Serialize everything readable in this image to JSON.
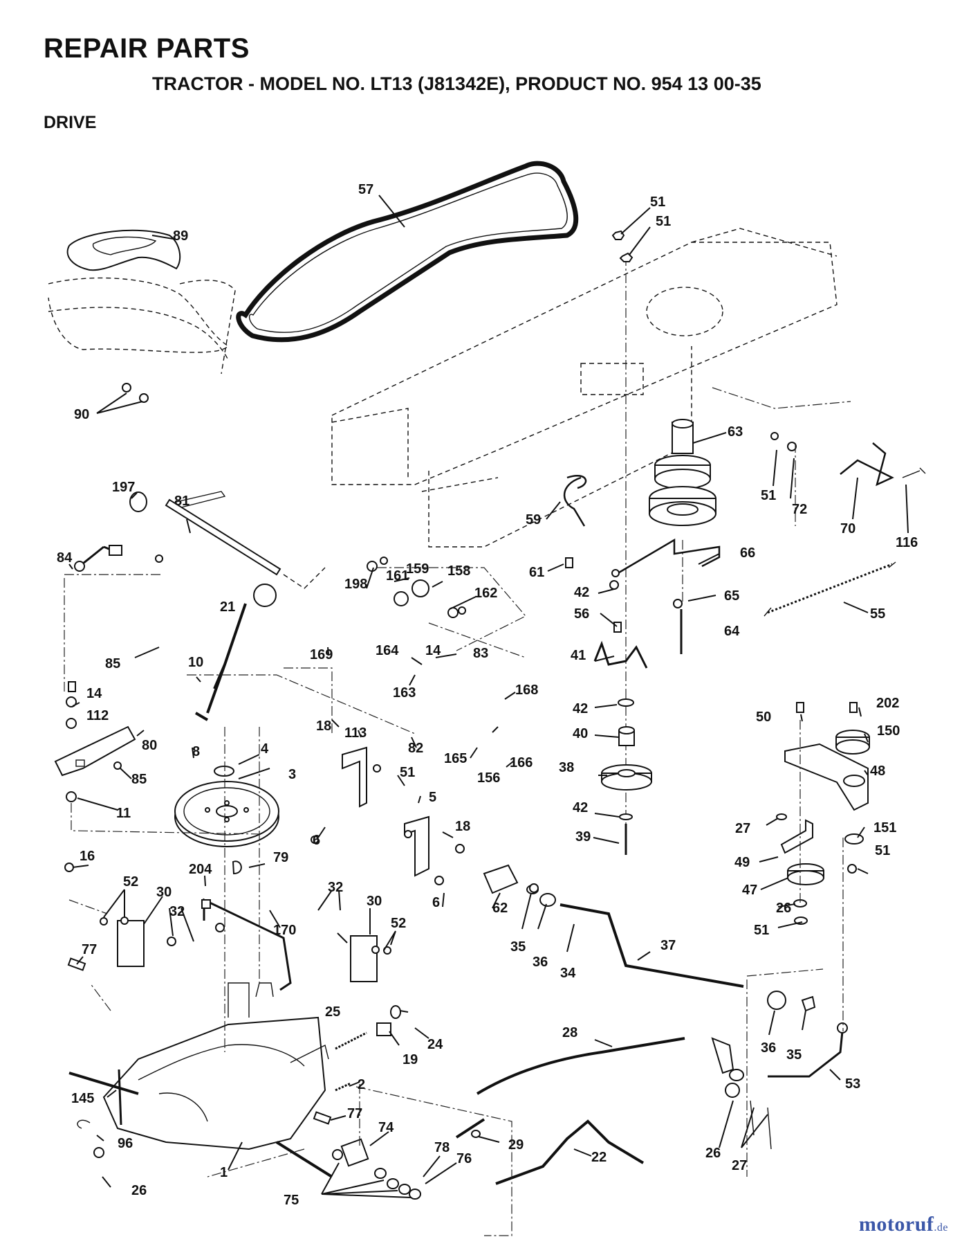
{
  "header": {
    "title": "REPAIR PARTS",
    "subtitle": "TRACTOR - MODEL NO. LT13 (J81342E), PRODUCT NO. 954 13 00-35",
    "section": "DRIVE"
  },
  "watermark": {
    "name": "motoruf",
    "tld": ".de"
  },
  "callouts": [
    "57",
    "89",
    "51",
    "51",
    "90",
    "63",
    "51",
    "72",
    "70",
    "116",
    "197",
    "81",
    "59",
    "66",
    "84",
    "61",
    "198",
    "161",
    "159",
    "158",
    "42",
    "65",
    "162",
    "56",
    "55",
    "85",
    "21",
    "64",
    "169",
    "164",
    "14",
    "83",
    "41",
    "163",
    "10",
    "168",
    "14",
    "112",
    "80",
    "85",
    "8",
    "4",
    "42",
    "18",
    "113",
    "82",
    "165",
    "156",
    "166",
    "40",
    "50",
    "202",
    "150",
    "38",
    "48",
    "3",
    "11",
    "51",
    "5",
    "6",
    "18",
    "16",
    "42",
    "27",
    "151",
    "39",
    "79",
    "51",
    "204",
    "52",
    "30",
    "32",
    "32",
    "30",
    "49",
    "47",
    "6",
    "26",
    "52",
    "62",
    "35",
    "36",
    "34",
    "51",
    "37",
    "170",
    "77",
    "25",
    "24",
    "19",
    "28",
    "36",
    "35",
    "53",
    "2",
    "145",
    "77",
    "74",
    "29",
    "22",
    "26",
    "27",
    "96",
    "78",
    "76",
    "1",
    "26",
    "75"
  ],
  "colors": {
    "ink": "#111111",
    "background": "#ffffff",
    "watermark": "#3b57a8"
  }
}
